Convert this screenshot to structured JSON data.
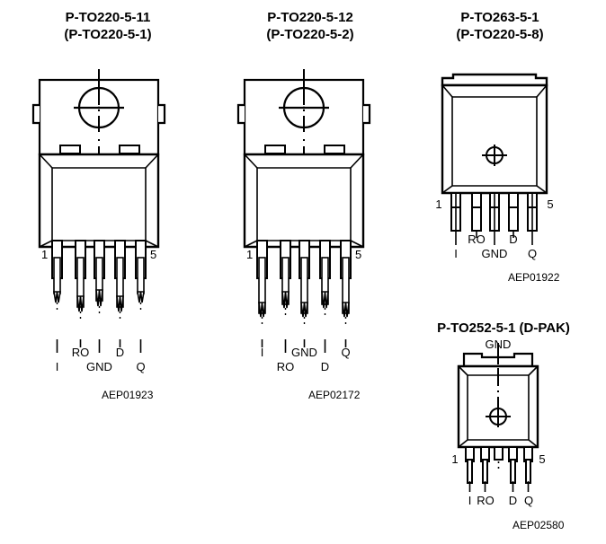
{
  "page": {
    "background": "#ffffff",
    "line_color": "#000000",
    "description": "Semiconductor package outline drawings, 4 variants"
  },
  "packages": [
    {
      "id": "p-to220-5-11",
      "title_line1": "P-TO220-5-11",
      "title_line2": "(P-TO220-5-1)",
      "drawing_code": "AEP01923",
      "pin_start": "1",
      "pin_end": "5",
      "pin_labels_upper": [
        "RO",
        "D"
      ],
      "pin_labels_lower": [
        "I",
        "GND",
        "Q"
      ],
      "pin_count": 5,
      "style": "through-hole-long-pins"
    },
    {
      "id": "p-to220-5-12",
      "title_line1": "P-TO220-5-12",
      "title_line2": "(P-TO220-5-2)",
      "drawing_code": "AEP02172",
      "pin_start": "1",
      "pin_end": "5",
      "pin_labels_upper": [
        "I",
        "GND",
        "Q"
      ],
      "pin_labels_lower": [
        "RO",
        "D"
      ],
      "pin_count": 5,
      "style": "through-hole-long-pins"
    },
    {
      "id": "p-to263-5-1",
      "title_line1": "P-TO263-5-1",
      "title_line2": "(P-TO220-5-8)",
      "drawing_code": "AEP01922",
      "pin_start": "1",
      "pin_end": "5",
      "pin_labels_upper": [
        "RO",
        "D"
      ],
      "pin_labels_lower": [
        "I",
        "GND",
        "Q"
      ],
      "pin_count": 5,
      "style": "surface-mount-short-pins"
    },
    {
      "id": "p-to252-5-1",
      "title_line1": "P-TO252-5-1 (D-PAK)",
      "title_line2": "",
      "drawing_code": "AEP02580",
      "top_label": "GND",
      "pin_start": "1",
      "pin_end": "5",
      "pin_labels_lower": [
        "I",
        "RO",
        "D",
        "Q"
      ],
      "pin_count": 5,
      "style": "d-pak"
    }
  ]
}
